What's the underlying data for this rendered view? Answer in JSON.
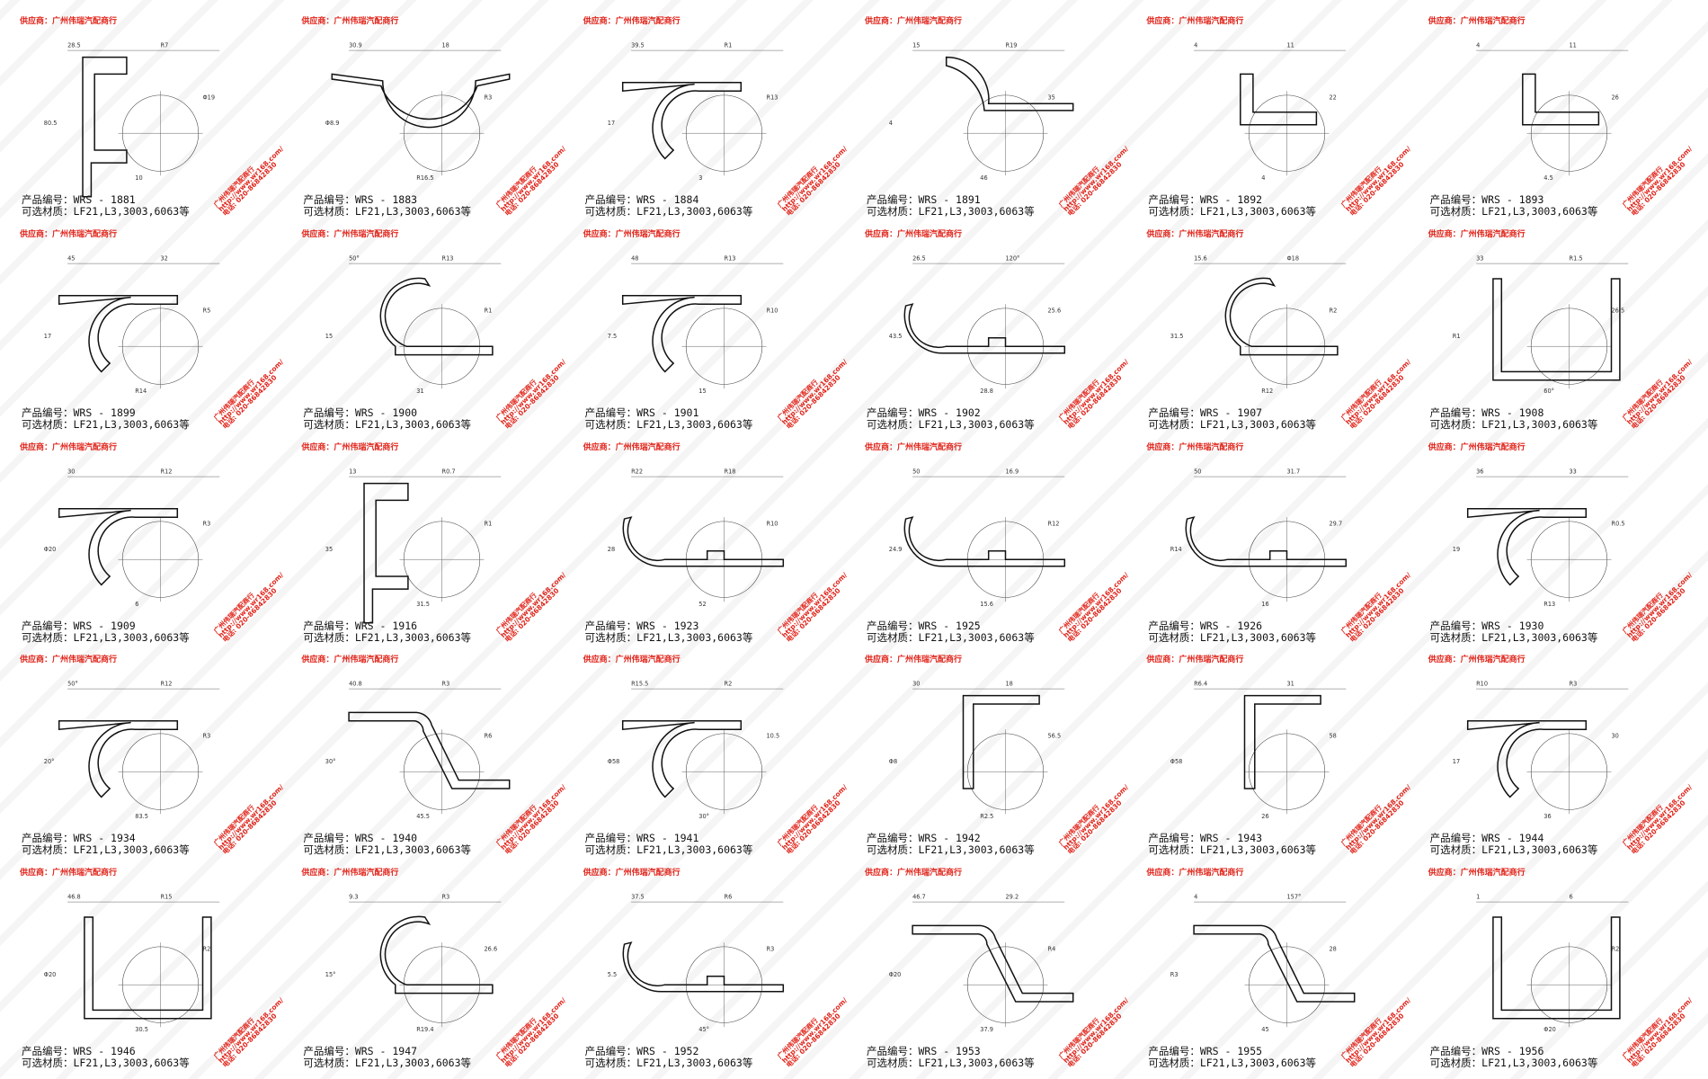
{
  "supplier_label": "供应商：广州伟瑞汽配商行",
  "material_prefix": "可选材质：",
  "code_prefix": "产品编号：",
  "stamp": {
    "name": "广州伟瑞汽配商行",
    "url": "http://www.wr168.com/",
    "phone": "电话: 020-86842830"
  },
  "colors": {
    "accent": "#e0251b",
    "line": "#111111"
  },
  "products": [
    {
      "code": "WRS - 1881",
      "material": "LF21,L3,3003,6063等",
      "dims": [
        "28.5",
        "R7",
        "Φ19",
        "10",
        "80.5"
      ],
      "shape": "clip"
    },
    {
      "code": "WRS - 1883",
      "material": "LF21,L3,3003,6063等",
      "dims": [
        "30.9",
        "18",
        "R3",
        "R16.5",
        "Φ8.9"
      ],
      "shape": "arch"
    },
    {
      "code": "WRS - 1884",
      "material": "LF21,L3,3003,6063等",
      "dims": [
        "39.5",
        "R1",
        "R13",
        "3",
        "17"
      ],
      "shape": "hook"
    },
    {
      "code": "WRS - 1891",
      "material": "LF21,L3,3003,6063等",
      "dims": [
        "15",
        "R19",
        "35",
        "46",
        "4"
      ],
      "shape": "hookL"
    },
    {
      "code": "WRS - 1892",
      "material": "LF21,L3,3003,6063等",
      "dims": [
        "4",
        "11",
        "22",
        "4"
      ],
      "shape": "angle"
    },
    {
      "code": "WRS - 1893",
      "material": "LF21,L3,3003,6063等",
      "dims": [
        "4",
        "11",
        "26",
        "4.5"
      ],
      "shape": "angle"
    },
    {
      "code": "WRS - 1899",
      "material": "LF21,L3,3003,6063等",
      "dims": [
        "45",
        "32",
        "R5",
        "R14",
        "17"
      ],
      "shape": "hook"
    },
    {
      "code": "WRS - 1900",
      "material": "LF21,L3,3003,6063等",
      "dims": [
        "50°",
        "R13",
        "R1",
        "31",
        "15"
      ],
      "shape": "cup"
    },
    {
      "code": "WRS - 1901",
      "material": "LF21,L3,3003,6063等",
      "dims": [
        "48",
        "R13",
        "R10",
        "15",
        "7.5"
      ],
      "shape": "hook"
    },
    {
      "code": "WRS - 1902",
      "material": "LF21,L3,3003,6063等",
      "dims": [
        "26.5",
        "120°",
        "25.6",
        "28.8",
        "43.5"
      ],
      "shape": "step"
    },
    {
      "code": "WRS - 1907",
      "material": "LF21,L3,3003,6063等",
      "dims": [
        "15.6",
        "Φ18",
        "R2",
        "R12",
        "31.5"
      ],
      "shape": "cup"
    },
    {
      "code": "WRS - 1908",
      "material": "LF21,L3,3003,6063等",
      "dims": [
        "33",
        "R1.5",
        "26.5",
        "60°",
        "R1"
      ],
      "shape": "channel"
    },
    {
      "code": "WRS - 1909",
      "material": "LF21,L3,3003,6063等",
      "dims": [
        "30",
        "R12",
        "R3",
        "6",
        "Φ20"
      ],
      "shape": "hook"
    },
    {
      "code": "WRS - 1916",
      "material": "LF21,L3,3003,6063等",
      "dims": [
        "13",
        "R0.7",
        "R1",
        "31.5",
        "35"
      ],
      "shape": "clip"
    },
    {
      "code": "WRS - 1923",
      "material": "LF21,L3,3003,6063等",
      "dims": [
        "R22",
        "R18",
        "R10",
        "52",
        "28"
      ],
      "shape": "step"
    },
    {
      "code": "WRS - 1925",
      "material": "LF21,L3,3003,6063等",
      "dims": [
        "50",
        "16.9",
        "R12",
        "15.6",
        "24.9"
      ],
      "shape": "step"
    },
    {
      "code": "WRS - 1926",
      "material": "LF21,L3,3003,6063等",
      "dims": [
        "50",
        "31.7",
        "29.7",
        "16",
        "R14"
      ],
      "shape": "step"
    },
    {
      "code": "WRS - 1930",
      "material": "LF21,L3,3003,6063等",
      "dims": [
        "36",
        "33",
        "R0.5",
        "R13",
        "19"
      ],
      "shape": "hook"
    },
    {
      "code": "WRS - 1934",
      "material": "LF21,L3,3003,6063等",
      "dims": [
        "50°",
        "R12",
        "R3",
        "83.5",
        "20°"
      ],
      "shape": "hook"
    },
    {
      "code": "WRS - 1940",
      "material": "LF21,L3,3003,6063等",
      "dims": [
        "40.8",
        "R3",
        "R6",
        "45.5",
        "30°"
      ],
      "shape": "zig"
    },
    {
      "code": "WRS - 1941",
      "material": "LF21,L3,3003,6063等",
      "dims": [
        "R15.5",
        "R2",
        "10.5",
        "30°",
        "Φ58"
      ],
      "shape": "hook"
    },
    {
      "code": "WRS - 1942",
      "material": "LF21,L3,3003,6063等",
      "dims": [
        "30",
        "18",
        "56.5",
        "R2.5",
        "Φ8"
      ],
      "shape": "post"
    },
    {
      "code": "WRS - 1943",
      "material": "LF21,L3,3003,6063等",
      "dims": [
        "R6.4",
        "31",
        "58",
        "26",
        "Φ58"
      ],
      "shape": "post"
    },
    {
      "code": "WRS - 1944",
      "material": "LF21,L3,3003,6063等",
      "dims": [
        "R10",
        "R3",
        "30",
        "36",
        "17"
      ],
      "shape": "hook"
    },
    {
      "code": "WRS - 1946",
      "material": "LF21,L3,3003,6063等",
      "dims": [
        "46.8",
        "R15",
        "R2",
        "30.5",
        "Φ20"
      ],
      "shape": "channel"
    },
    {
      "code": "WRS - 1947",
      "material": "LF21,L3,3003,6063等",
      "dims": [
        "9.3",
        "R3",
        "26.6",
        "R19.4",
        "15°"
      ],
      "shape": "cup"
    },
    {
      "code": "WRS - 1952",
      "material": "LF21,L3,3003,6063等",
      "dims": [
        "37.5",
        "R6",
        "R3",
        "45°",
        "5.5"
      ],
      "shape": "step"
    },
    {
      "code": "WRS - 1953",
      "material": "LF21,L3,3003,6063等",
      "dims": [
        "46.7",
        "29.2",
        "R4",
        "37.9",
        "Φ20"
      ],
      "shape": "zig"
    },
    {
      "code": "WRS - 1955",
      "material": "LF21,L3,3003,6063等",
      "dims": [
        "4",
        "157°",
        "28",
        "45",
        "R3"
      ],
      "shape": "zig"
    },
    {
      "code": "WRS - 1956",
      "material": "LF21,L3,3003,6063等",
      "dims": [
        "1",
        "6",
        "R2",
        "Φ20"
      ],
      "shape": "channel"
    }
  ]
}
